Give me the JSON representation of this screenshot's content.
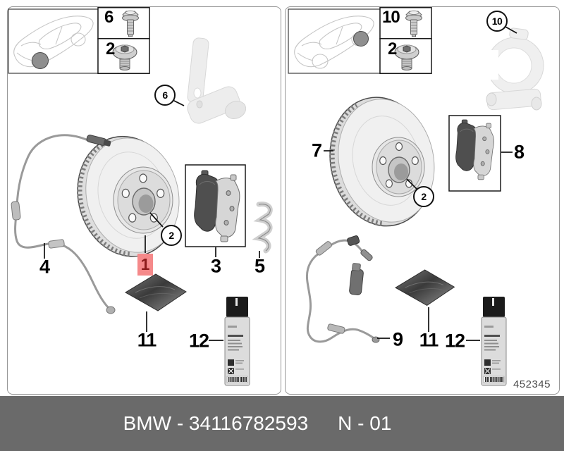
{
  "footer": {
    "catalog_text": "BMW - 34116782593",
    "page_text": "N - 01"
  },
  "image_number": "452345",
  "colors": {
    "highlight_bg": "#f5898a",
    "highlight_text": "#8c1b1b",
    "footer_bg": "#6a6a6a",
    "footer_text": "#ffffff"
  },
  "left_panel": {
    "hardware": [
      {
        "label": "6",
        "icon": "flange-bolt-icon"
      },
      {
        "label": "2",
        "icon": "plug-screw-icon"
      }
    ],
    "callouts": {
      "carrier": "6",
      "hub_bolt": "2"
    },
    "parts": {
      "sensor": "4",
      "disc": "1",
      "pads": "3",
      "clip": "5",
      "paste": "11",
      "cleaner": "12"
    }
  },
  "right_panel": {
    "hardware": [
      {
        "label": "10",
        "icon": "flange-bolt-icon"
      },
      {
        "label": "2",
        "icon": "plug-screw-icon"
      }
    ],
    "callouts": {
      "carrier": "10",
      "hub_bolt": "2"
    },
    "parts": {
      "disc": "7",
      "pads": "8",
      "sensor": "9",
      "paste": "11",
      "cleaner": "12"
    }
  }
}
